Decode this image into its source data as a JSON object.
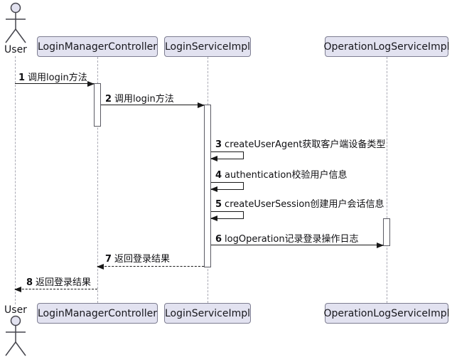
{
  "diagram_type": "uml-sequence",
  "actor": {
    "label": "User"
  },
  "participants": [
    {
      "label": "LoginManagerController"
    },
    {
      "label": "LoginServiceImpl"
    },
    {
      "label": "OperationLogServiceImpl"
    }
  ],
  "messages": [
    {
      "num": "1",
      "text": "调用login方法",
      "kind": "solid-right",
      "from": "User",
      "to": "LoginManagerController"
    },
    {
      "num": "2",
      "text": "调用login方法",
      "kind": "solid-right",
      "from": "LoginManagerController",
      "to": "LoginServiceImpl"
    },
    {
      "num": "3",
      "text": "createUserAgent获取客户端设备类型",
      "kind": "self",
      "from": "LoginServiceImpl",
      "to": "LoginServiceImpl"
    },
    {
      "num": "4",
      "text": "authentication校验用户信息",
      "kind": "self",
      "from": "LoginServiceImpl",
      "to": "LoginServiceImpl"
    },
    {
      "num": "5",
      "text": "createUserSession创建用户会话信息",
      "kind": "self",
      "from": "LoginServiceImpl",
      "to": "LoginServiceImpl"
    },
    {
      "num": "6",
      "text": "logOperation记录登录操作日志",
      "kind": "solid-right",
      "from": "LoginServiceImpl",
      "to": "OperationLogServiceImpl"
    },
    {
      "num": "7",
      "text": "返回登录结果",
      "kind": "dashed-left",
      "from": "LoginServiceImpl",
      "to": "LoginManagerController"
    },
    {
      "num": "8",
      "text": "返回登录结果",
      "kind": "dashed-left",
      "from": "LoginManagerController",
      "to": "User"
    }
  ],
  "colors": {
    "participant_fill": "#e2e2f0",
    "participant_border": "#7d7d91",
    "message_line": "#181818",
    "lifeline": "#a9a9b4",
    "activation_fill": "#ffffff",
    "background": "#ffffff",
    "text": "#0f0f12"
  }
}
